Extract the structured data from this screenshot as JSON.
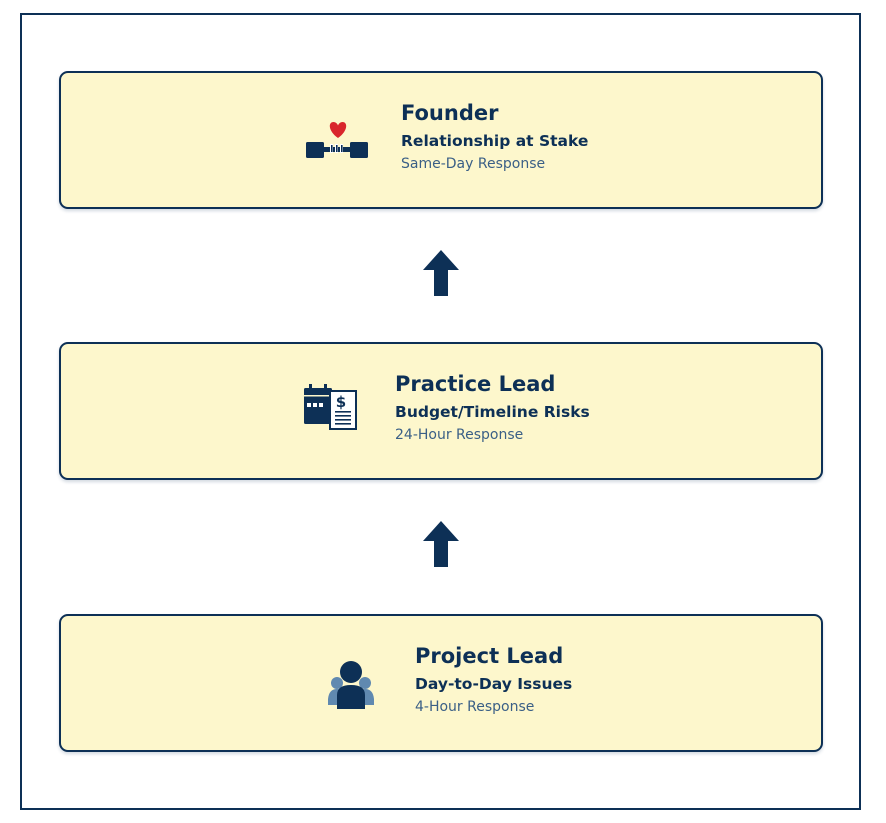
{
  "colors": {
    "navy": "#0d3056",
    "card_fill": "#fdf7cc",
    "heart": "#d9262c",
    "muted_blue": "#6089b0"
  },
  "levels": [
    {
      "title": "Founder",
      "subtitle": "Relationship at Stake",
      "response": "Same-Day Response",
      "icon": "handshake-heart-icon"
    },
    {
      "title": "Practice Lead",
      "subtitle": "Budget/Timeline Risks",
      "response": "24-Hour Response",
      "icon": "calendar-invoice-icon"
    },
    {
      "title": "Project Lead",
      "subtitle": "Day-to-Day Issues",
      "response": "4-Hour Response",
      "icon": "team-group-icon"
    }
  ],
  "connectors": [
    {
      "direction": "up",
      "icon": "up-arrow-icon"
    },
    {
      "direction": "up",
      "icon": "up-arrow-icon"
    }
  ]
}
